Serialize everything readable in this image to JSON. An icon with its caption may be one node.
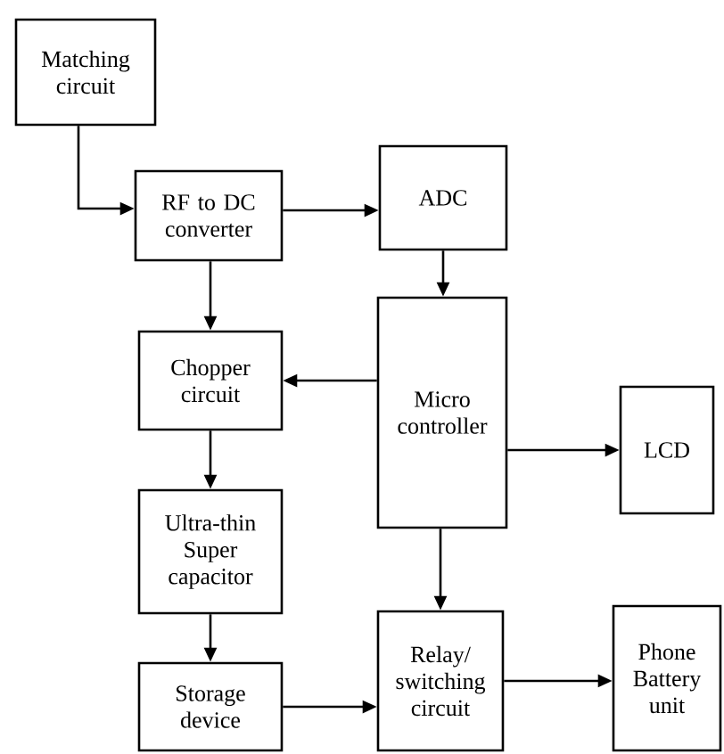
{
  "diagram": {
    "nodes": [
      {
        "text": [
          "Matching circuit"
        ]
      },
      {
        "text": [
          "RF to DC converter"
        ]
      },
      {
        "text": [
          "ADC"
        ]
      },
      {
        "text": [
          "Chopper circuit"
        ]
      },
      {
        "text": [
          "Micro controller"
        ]
      },
      {
        "text": [
          "LCD"
        ]
      },
      {
        "text": [
          "Ultra-thin Super capacitor"
        ]
      },
      {
        "text": [
          "Storage device"
        ]
      },
      {
        "text": [
          "Relay/ switching circuit"
        ]
      },
      {
        "text": [
          "Phone Battery unit"
        ]
      }
    ],
    "edges": [
      {
        "from": 0,
        "to": 1,
        "arrow": "to"
      },
      {
        "from": 1,
        "to": 2,
        "arrow": "to"
      },
      {
        "from": 2,
        "to": 4,
        "arrow": "to"
      },
      {
        "from": 1,
        "to": 3,
        "arrow": "to"
      },
      {
        "from": 4,
        "to": 3,
        "arrow": "to"
      },
      {
        "from": 4,
        "to": 5,
        "arrow": "to"
      },
      {
        "from": 3,
        "to": 6,
        "arrow": "to"
      },
      {
        "from": 6,
        "to": 7,
        "arrow": "to"
      },
      {
        "from": 7,
        "to": 8,
        "arrow": "to"
      },
      {
        "from": 4,
        "to": 8,
        "arrow": "to"
      },
      {
        "from": 8,
        "to": 9,
        "arrow": "to"
      }
    ]
  }
}
